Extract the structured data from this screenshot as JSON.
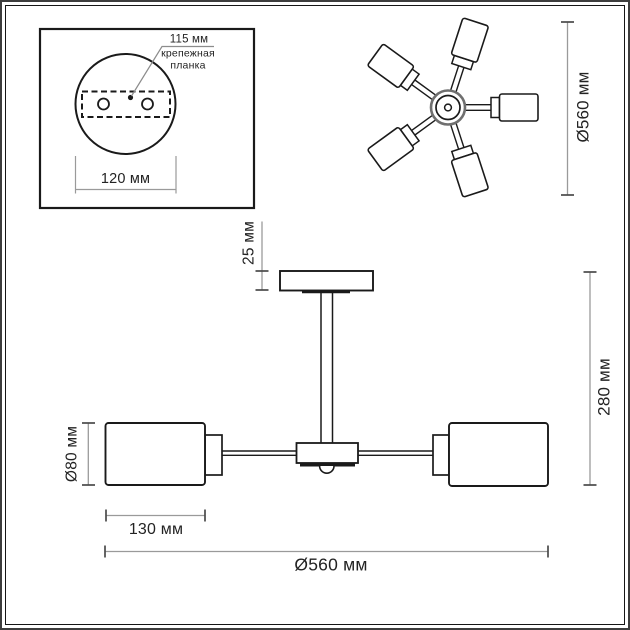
{
  "drawing_type": "ceiling chandelier technical drawing, 5 lamp arms",
  "colors": {
    "line": "#1a1a1a",
    "dimension_line": "#9a9a9a",
    "dimension_tick": "#4a4a4a",
    "text": "#232323",
    "frame": "#3d3d3d",
    "background": "#ffffff"
  },
  "mounting_detail": {
    "plate_offset_label": "115 мм",
    "plate_name_label": "крепежная\nпланка",
    "plate_width_label": "120 мм"
  },
  "top_view": {
    "arm_count": 5,
    "diameter_label": "Ø560 мм"
  },
  "side_view": {
    "canopy_height_label": "25 мм",
    "fixture_height_label": "280 мм",
    "shade_diameter_label": "Ø80 мм",
    "shade_length_label": "130 мм",
    "diameter_label": "Ø560 мм"
  }
}
